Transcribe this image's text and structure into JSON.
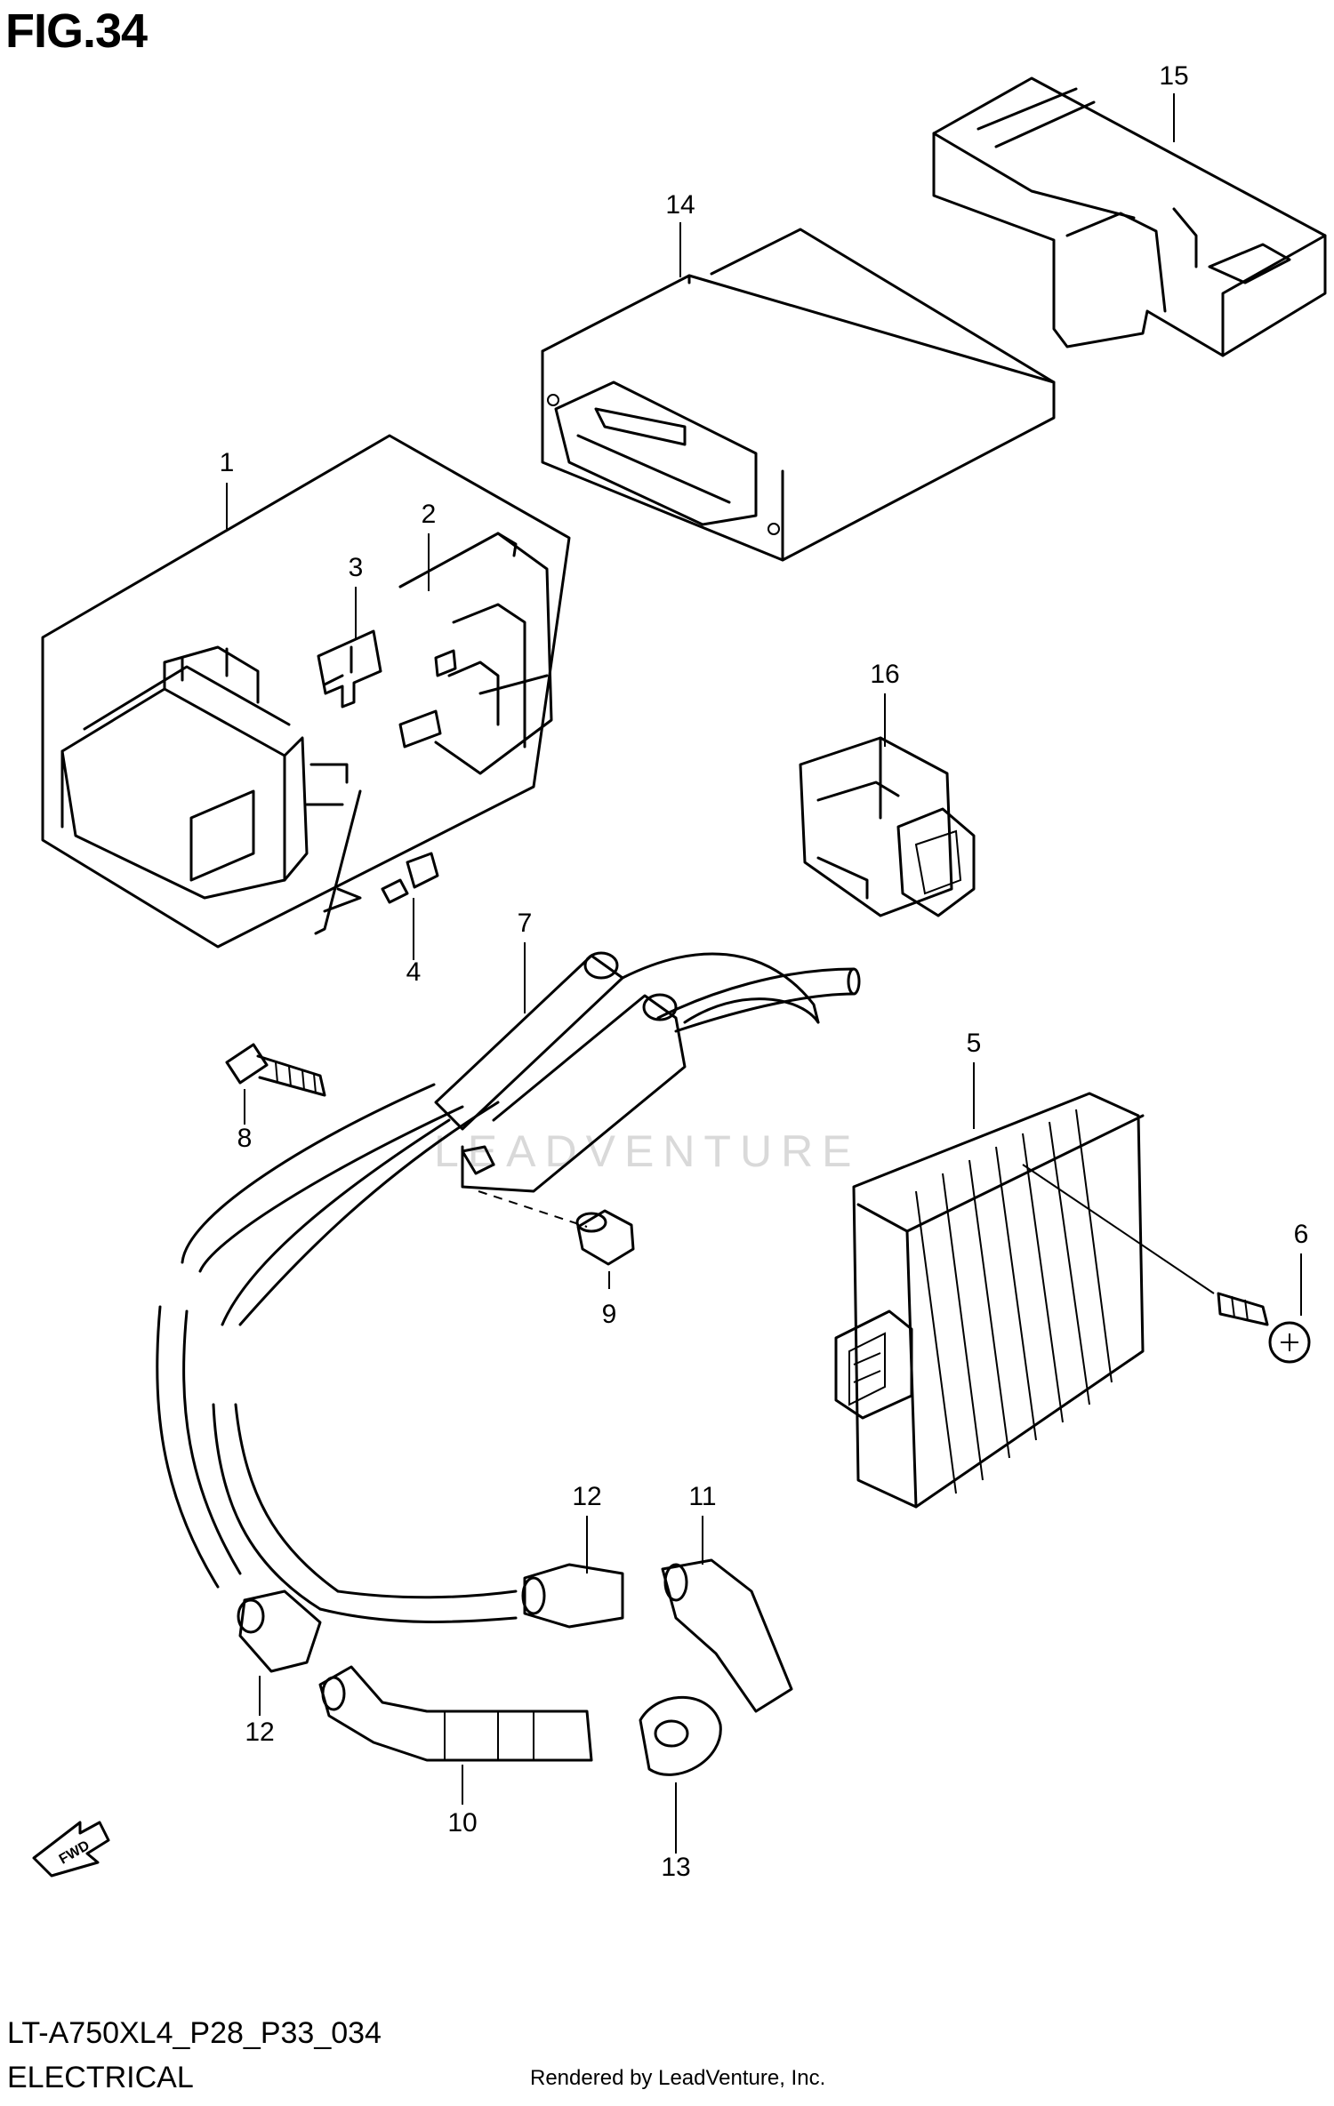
{
  "figure_label": "FIG.34",
  "model_code": "LT-A750XL4_P28_P33_034",
  "section_title": "ELECTRICAL",
  "credit": "Rendered by LeadVenture, Inc.",
  "watermark": "LEADVENTURE",
  "direction_arrow": "FWD",
  "callouts": {
    "c1": "1",
    "c2": "2",
    "c3": "3",
    "c4": "4",
    "c5": "5",
    "c6": "6",
    "c7": "7",
    "c8": "8",
    "c9": "9",
    "c10": "10",
    "c11": "11",
    "c12a": "12",
    "c12b": "12",
    "c13": "13",
    "c14": "14",
    "c15": "15",
    "c16": "16"
  }
}
